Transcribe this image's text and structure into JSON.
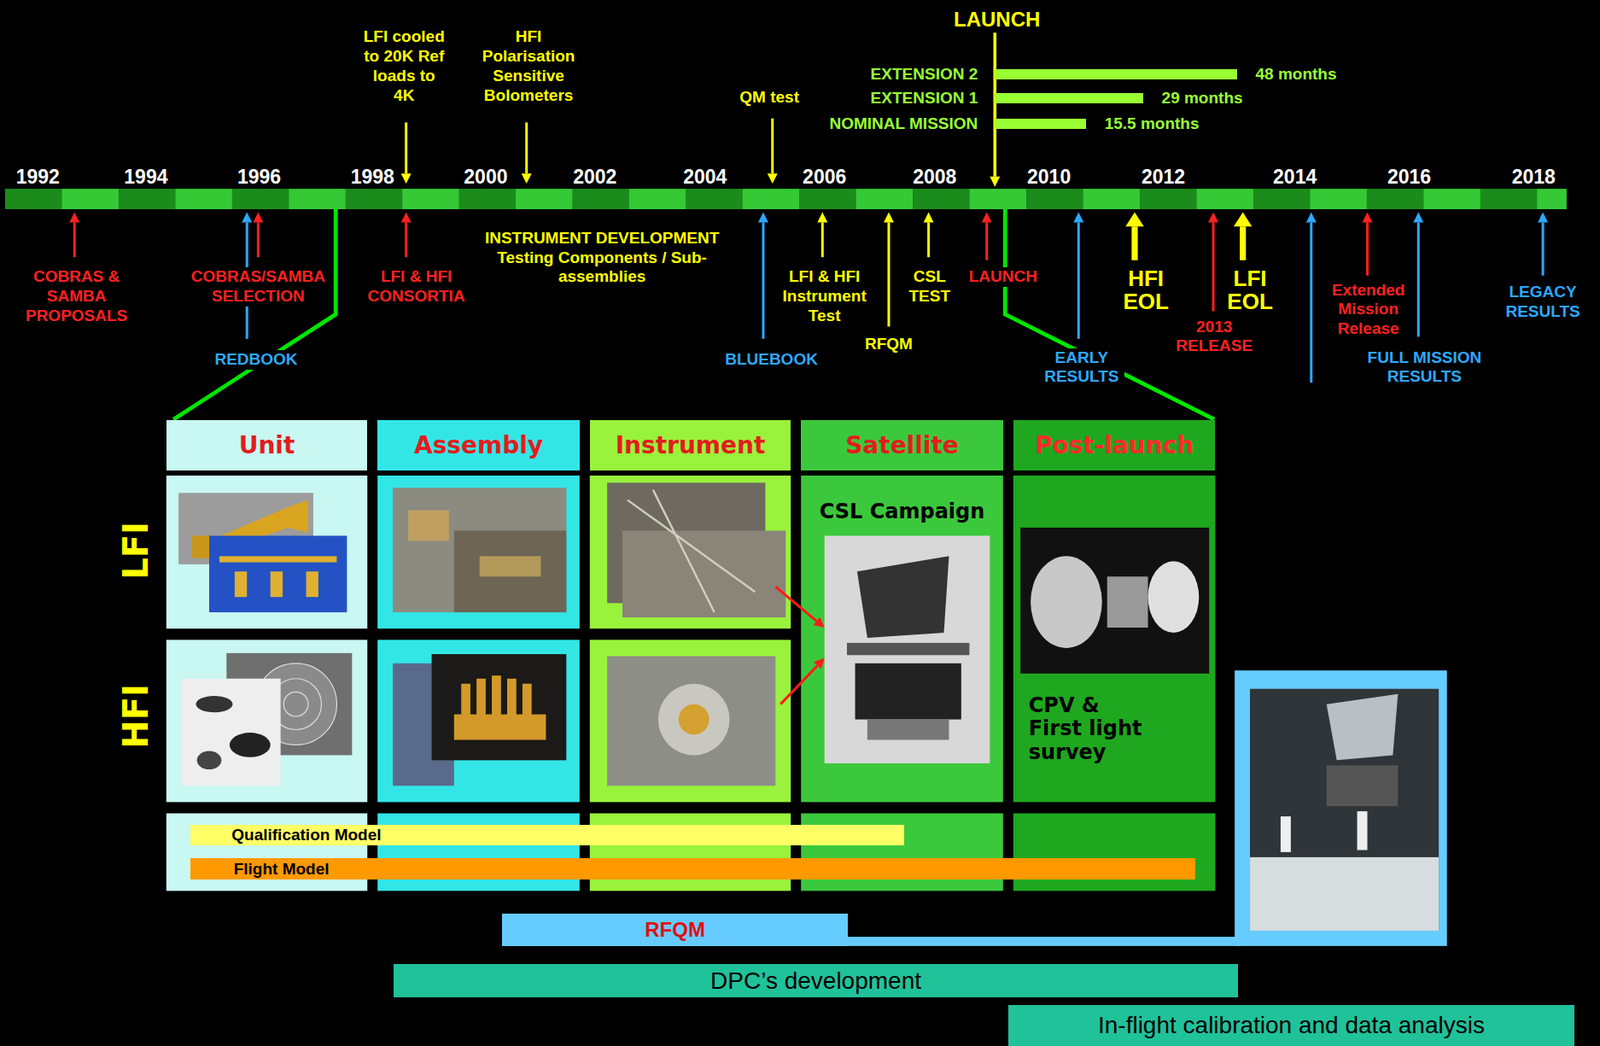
{
  "diagram": {
    "nodes": [
      {
        "text": [
          "EXTENSION 2",
          "48 months"
        ]
      },
      {
        "text": [
          "EXTENSION 1",
          "29 months"
        ]
      },
      {
        "text": [
          "NOMINAL MISSION",
          "15.5 months"
        ]
      },
      {
        "text": [
          "Unit"
        ]
      },
      {
        "text": [
          "Assembly"
        ]
      },
      {
        "text": [
          "Instrument"
        ]
      },
      {
        "text": [
          "Satellite"
        ]
      },
      {
        "text": [
          "Post-launch"
        ]
      },
      {
        "text": [
          "CSL Campaign"
        ]
      },
      {
        "text": [
          "CPV & First light survey"
        ]
      },
      {
        "text": [
          "Qualification Model"
        ]
      },
      {
        "text": [
          "Flight Model"
        ]
      },
      {
        "text": [
          "RFQM"
        ]
      },
      {
        "text": [
          "DPC’s development"
        ]
      },
      {
        "text": [
          "In-flight calibration and data analysis"
        ]
      }
    ],
    "labels": [
      "LAUNCH",
      "LFI cooled to 20K Ref loads to 4K",
      "HFI Polarisation Sensitive Bolometers",
      "QM test",
      "1992",
      "1994",
      "1996",
      "1998",
      "2000",
      "2002",
      "2004",
      "2006",
      "2008",
      "2010",
      "2012",
      "2014",
      "2016",
      "2018",
      "COBRAS & SAMBA PROPOSALS",
      "COBRAS/SAMBA SELECTION",
      "REDBOOK",
      "LFI & HFI CONSORTIA",
      "INSTRUMENT DEVELOPMENT Testing Components / Sub-assemblies",
      "BLUEBOOK",
      "LFI & HFI Instrument Test",
      "RFQM",
      "CSL TEST",
      "LAUNCH",
      "EARLY RESULTS",
      "HFI EOL",
      "2013 RELEASE",
      "LFI EOL",
      "Extended Mission Release",
      "FULL MISSION RESULTS",
      "LEGACY RESULTS",
      "LFI",
      "HFI"
    ]
  }
}
